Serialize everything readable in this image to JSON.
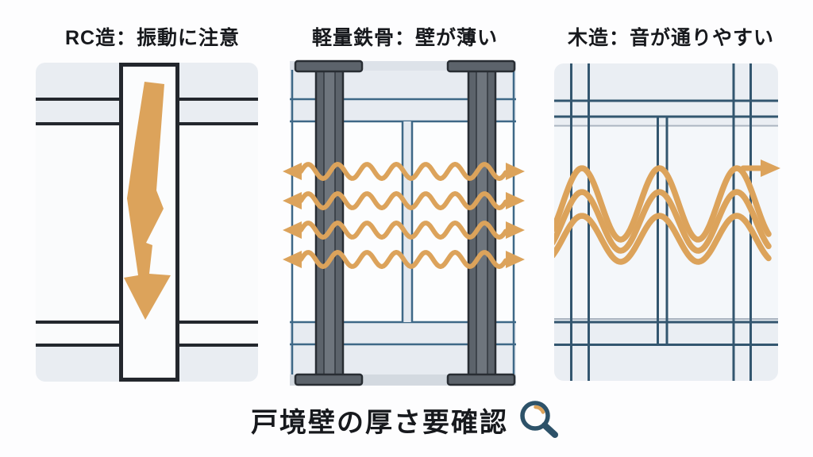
{
  "panels": [
    {
      "title": "RC造：振動に注意",
      "visual": "concrete-wall-cross-section",
      "icon": "lightning-arrow-down-icon"
    },
    {
      "title": "軽量鉄骨：壁が薄い",
      "visual": "light-steel-stud-wall",
      "icon": "sound-wave-double-arrows-icon"
    },
    {
      "title": "木造：音が通りやすい",
      "visual": "wood-frame-wall",
      "icon": "sound-wave-passing-arrow-icon"
    }
  ],
  "caption": {
    "text": "戸境壁の厚さ要確認",
    "icon": "magnifier-icon"
  },
  "colors": {
    "accent": "#dca35b",
    "outline": "#23272d",
    "frame": "#33566f",
    "frame2": "#3e6887",
    "subline": "#a9b3bf",
    "steel": "#5c636b",
    "steelweb": "#6e757d",
    "steeledge": "#282d33",
    "text": "#17191d",
    "magnifier": "#2d5269",
    "panelbg": "#e9edf2"
  }
}
